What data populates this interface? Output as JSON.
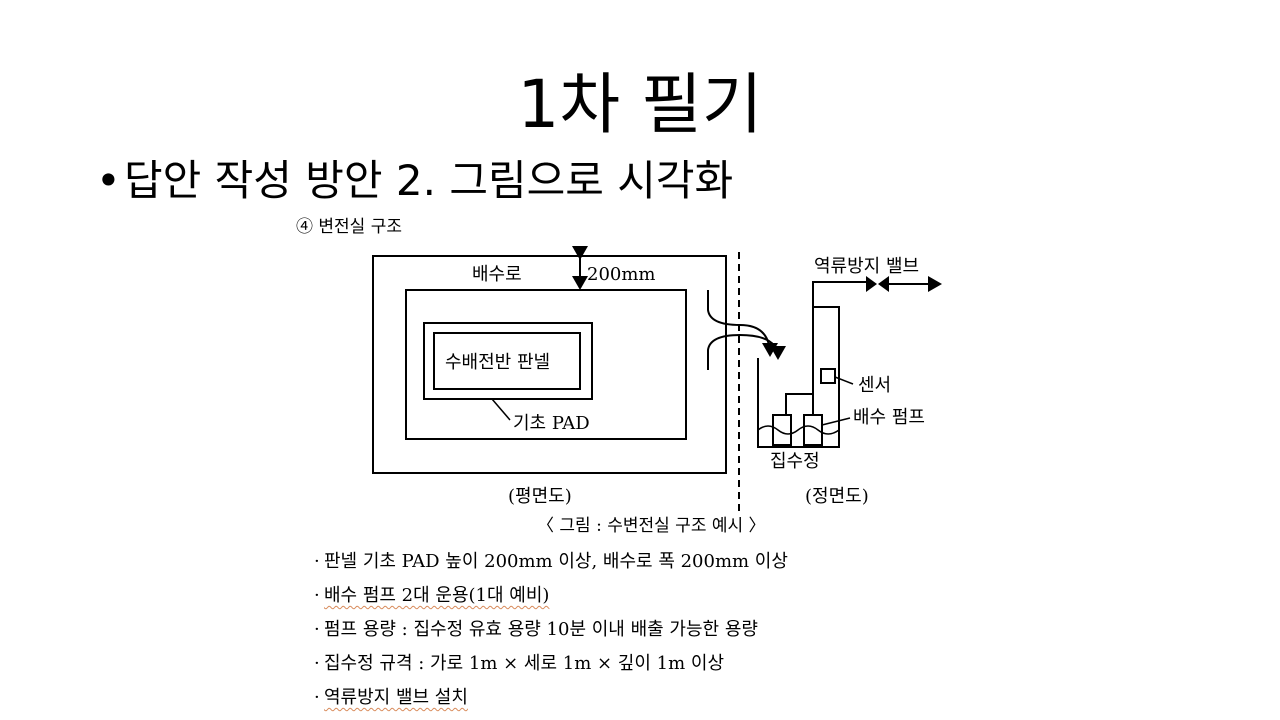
{
  "slide": {
    "title": "1차 필기",
    "bullet_symbol": "•",
    "bullet_text": "답안 작성 방안 2. 그림으로 시각화"
  },
  "figure": {
    "caption_top": "④ 변전실 구조",
    "labels": {
      "drain_channel": "배수로",
      "width_200mm": "200mm",
      "panel": "수배전반 판넬",
      "base_pad": "기초 PAD",
      "check_valve": "역류방지 밸브",
      "sensor": "센서",
      "drain_pump": "배수 펌프",
      "sump": "집수정",
      "plan_view": "(평면도)",
      "front_view": "(정면도)"
    },
    "caption_bottom": "〈 그림 : 수변전실 구조 예시 〉"
  },
  "notes": [
    {
      "mark": "·",
      "text": "판넬 기초 PAD 높이 200mm 이상, 배수로 폭 200mm 이상"
    },
    {
      "mark": "·",
      "text": "배수 펌프 2대 운용(1대 예비)"
    },
    {
      "mark": "·",
      "text": "펌프 용량 : 집수정 유효 용량 10분 이내 배출 가능한 용량"
    },
    {
      "mark": "·",
      "text": "집수정 규격 : 가로 1m × 세로 1m × 깊이 1m 이상"
    },
    {
      "mark": "·",
      "text": "역류방지 밸브 설치"
    }
  ]
}
